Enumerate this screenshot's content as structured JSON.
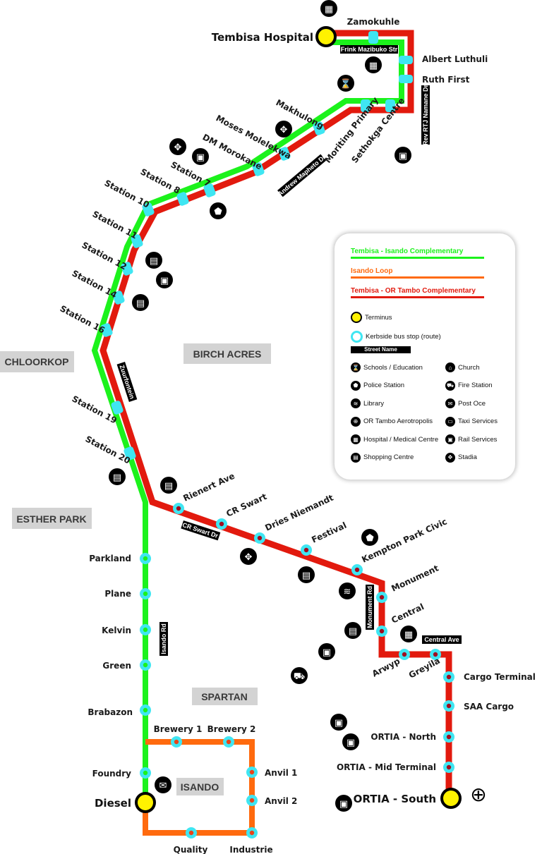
{
  "title": "Tembisa Bus Routes Map",
  "colors": {
    "green_route": "#1cf21c",
    "orange_route": "#ff6a0e",
    "red_route": "#e21a0e",
    "stop": "#3fe6f2",
    "terminus": "#fff200",
    "suburb_bg": "#d3d3d3"
  },
  "termini": [
    {
      "id": "tembisa-hospital",
      "name": "Tembisa Hospital"
    },
    {
      "id": "diesel",
      "name": "Diesel"
    },
    {
      "id": "ortia-south",
      "name": "ORTIA - South"
    }
  ],
  "suburbs": [
    "CHLOORKOP",
    "BIRCH ACRES",
    "ESTHER PARK",
    "SPARTAN",
    "ISANDO"
  ],
  "streets": [
    "Frink Mazibuko Str",
    "Rev RTJ Namane Dr",
    "Andrew Mapheto Dr",
    "Zuurfontein",
    "CR Swart Dr",
    "Isando Rd",
    "Monument Rd",
    "Central Ave"
  ],
  "stops": {
    "shared_tembisa": [
      "Zamokuhle",
      "Albert Luthuli",
      "Ruth First",
      "Sethokga Centre",
      "Moriting Primary",
      "Makhulong",
      "Moses Molelekwa",
      "DM Morokane",
      "Station 7",
      "Station 8",
      "Station 10",
      "Station 11",
      "Station 12",
      "Station 14",
      "Station 16",
      "Station 19",
      "Station 20"
    ],
    "green": [
      "Parkland",
      "Plane",
      "Kelvin",
      "Green",
      "Brabazon",
      "Foundry"
    ],
    "orange_loop": [
      "Brewery 1",
      "Brewery 2",
      "Anvil 1",
      "Anvil 2",
      "Industrie",
      "Quality"
    ],
    "red": [
      "Rienert Ave",
      "CR Swart",
      "Dries Niemandt",
      "Festival",
      "Kempton Park Civic",
      "Monument",
      "Central",
      "Arwyp",
      "Greyila",
      "Cargo Terminal",
      "SAA Cargo",
      "ORTIA - North",
      "ORTIA - Mid Terminal"
    ]
  },
  "legend": {
    "routes": [
      {
        "name": "Tembisa - Isando Complementary",
        "color": "#1cf21c"
      },
      {
        "name": "Isando Loop",
        "color": "#ff6a0e"
      },
      {
        "name": "Tembisa - OR Tambo Complementary",
        "color": "#e21a0e"
      }
    ],
    "terminus": "Terminus",
    "bus_stop": "Kerbside bus stop (route)",
    "street_name": "Street Name",
    "facilities": [
      {
        "label": "Schools / Education",
        "icon": "school-icon",
        "glyph": "⌛"
      },
      {
        "label": "Church",
        "icon": "church-icon",
        "glyph": "⌂"
      },
      {
        "label": "Police Station",
        "icon": "police-icon",
        "glyph": "⬟"
      },
      {
        "label": "Fire Station",
        "icon": "fire-station-icon",
        "glyph": "⛟"
      },
      {
        "label": "Library",
        "icon": "library-icon",
        "glyph": "≋"
      },
      {
        "label": "Post Oce",
        "icon": "post-office-icon",
        "glyph": "✉"
      },
      {
        "label": "OR Tambo Aerotropolis",
        "icon": "aerotropolis-icon",
        "glyph": "⊕"
      },
      {
        "label": "Taxi Services",
        "icon": "taxi-icon",
        "glyph": "▭"
      },
      {
        "label": "Hospital / Medical Centre",
        "icon": "hospital-icon",
        "glyph": "▦"
      },
      {
        "label": "Rail Services",
        "icon": "rail-icon",
        "glyph": "▣"
      },
      {
        "label": "Shopping Centre",
        "icon": "shopping-icon",
        "glyph": "▤"
      },
      {
        "label": "Stadia",
        "icon": "stadium-icon",
        "glyph": "✥"
      }
    ]
  }
}
